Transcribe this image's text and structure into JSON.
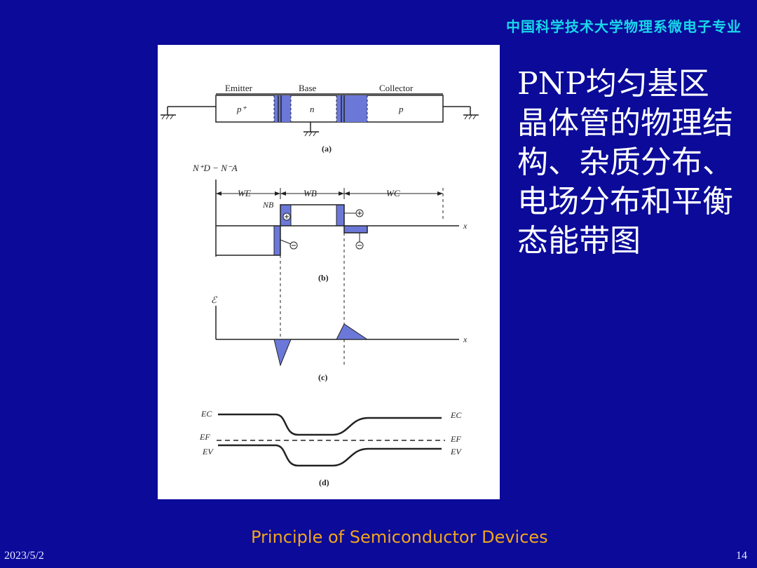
{
  "header": {
    "org": "中国科学技术大学物理系微电子专业"
  },
  "slide": {
    "title": "PNP均匀基区晶体管的物理结构、杂质分布、电场分布和平衡态能带图"
  },
  "figure": {
    "panel_a": {
      "emitter": "Emitter",
      "base": "Base",
      "collector": "Collector",
      "p_plus": "p⁺",
      "n": "n",
      "p": "p",
      "caption": "(a)"
    },
    "panel_b": {
      "ylabel": "N⁺D − N⁻A",
      "we": "WE",
      "wb": "WB",
      "wc": "WC",
      "nb": "NB",
      "x": "x",
      "caption": "(b)"
    },
    "panel_c": {
      "ylabel": "ℰ",
      "x": "x",
      "caption": "(c)"
    },
    "panel_d": {
      "ec_left": "EC",
      "ec_right": "EC",
      "ef_left": "EF",
      "ef_right": "EF",
      "ev_left": "EV",
      "ev_right": "EV",
      "caption": "(d)"
    }
  },
  "footer": {
    "course": "Principle of Semiconductor Devices",
    "date": "2023/5/2",
    "page": "14"
  },
  "colors": {
    "background": "#0b0a99",
    "header": "#19d7ea",
    "course": "#f0a51c",
    "depletion_fill": "#6b78d8"
  }
}
